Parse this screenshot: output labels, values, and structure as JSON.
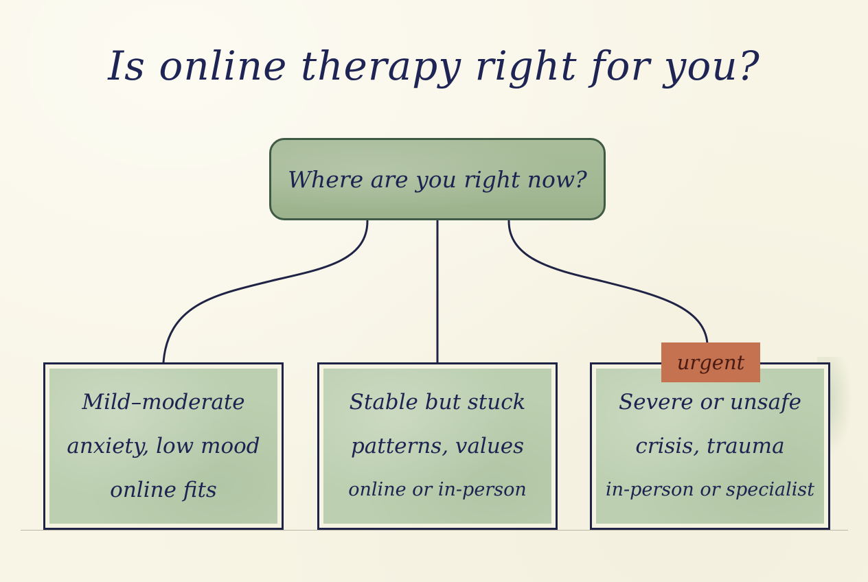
{
  "title": "Is online therapy right for you?",
  "root": {
    "label": "Where are you right now?"
  },
  "branches": [
    {
      "lines": [
        "Mild–moderate",
        "anxiety, low mood",
        "online fits"
      ]
    },
    {
      "lines": [
        "Stable but stuck",
        "patterns, values",
        "online or in-person"
      ]
    },
    {
      "badge": "urgent",
      "lines": [
        "Severe or unsafe",
        "crisis, trauma",
        "in-person or specialist"
      ]
    }
  ],
  "colors": {
    "background": "#f8f5e6",
    "ink": "#1d2452",
    "root_fill": "#a3b894",
    "root_border": "#3f5a44",
    "leaf_fill": "#bccfb0",
    "leaf_border": "#1f2345",
    "urgent_badge": "#c4724f"
  }
}
